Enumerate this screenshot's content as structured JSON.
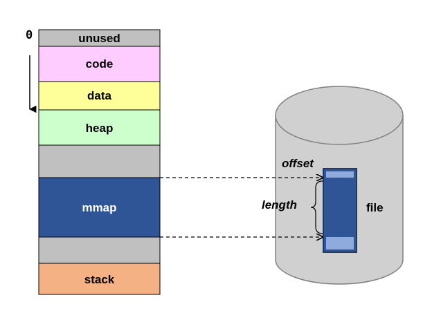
{
  "memory_layout": {
    "origin_label": "0",
    "segments": [
      {
        "label": "unused",
        "color": "#c0c0c0"
      },
      {
        "label": "code",
        "color": "#ffccff"
      },
      {
        "label": "data",
        "color": "#ffff99"
      },
      {
        "label": "heap",
        "color": "#ccffcc"
      },
      {
        "label": "",
        "color": "#c0c0c0"
      },
      {
        "label": "mmap",
        "color": "#2f5597"
      },
      {
        "label": "",
        "color": "#c0c0c0"
      },
      {
        "label": "stack",
        "color": "#f4b183"
      }
    ]
  },
  "file_store": {
    "offset_label": "offset",
    "length_label": "length",
    "file_label": "file",
    "cylinder_color": "#d0d0d0",
    "file_block_color": "#2f5597",
    "file_block_highlight": "#8faadc"
  }
}
